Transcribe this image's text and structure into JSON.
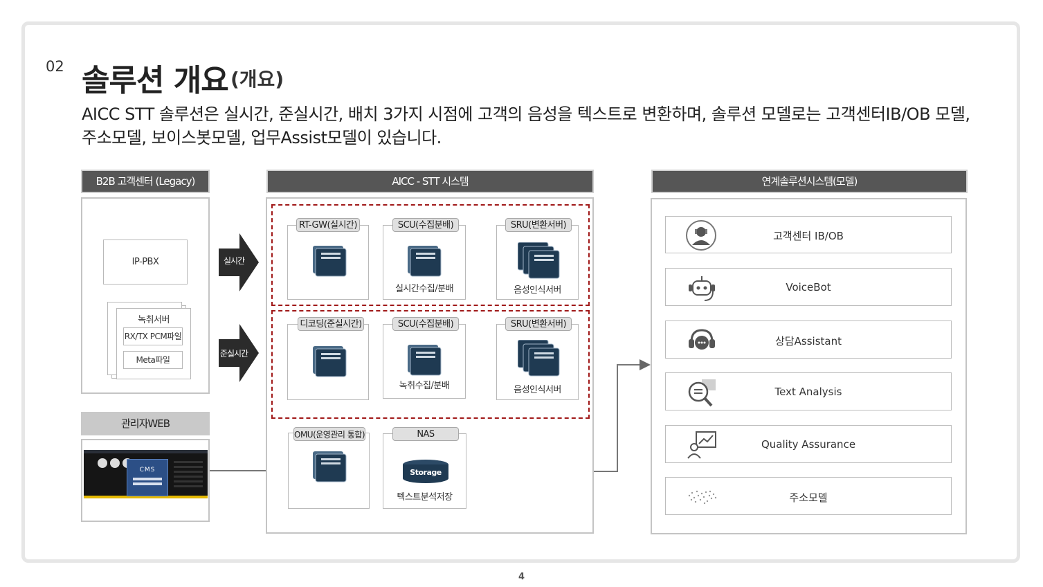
{
  "section_number": "02",
  "title": "솔루션 개요",
  "title_sub": "(개요)",
  "description_line1": "AICC STT 솔루션은 실시간, 준실시간, 배치 3가지 시점에 고객의 음성을 텍스트로 변환하며, 솔루션 모델로는 고객센터IB/OB 모델,",
  "description_line2": "주소모델, 보이스봇모델, 업무Assist모델이 있습니다.",
  "left_panel": {
    "header": "B2B 고객센터 (Legacy)",
    "ip_pbx": "IP-PBX",
    "recording_server": "녹취서버",
    "rx_tx_file": "RX/TX PCM파일",
    "meta_file": "Meta파일",
    "admin_header": "관리자WEB",
    "cms_logo": "CMS"
  },
  "arrows": {
    "realtime": "실시간",
    "near_realtime": "준실시간"
  },
  "center_panel": {
    "header": "AICC - STT 시스템",
    "row1": {
      "rtgw_tag": "RT-GW(실시간)",
      "scu_tag": "SCU(수집분배)",
      "scu_caption": "실시간수집/분배",
      "sru_tag": "SRU(변환서버)",
      "sru_caption": "음성인식서버"
    },
    "row2": {
      "decoding_tag": "디코딩(준실시간)",
      "scu_tag": "SCU(수집분배)",
      "scu_caption": "녹취수집/분배",
      "sru_tag": "SRU(변환서버)",
      "sru_caption": "음성인식서버"
    },
    "row3": {
      "omu_tag": "OMU(운영관리 통합)",
      "nas_tag": "NAS",
      "storage_label": "Storage",
      "nas_caption": "텍스트분석저장"
    }
  },
  "right_panel": {
    "header": "연계솔루션시스템(모델)",
    "solutions": [
      {
        "label": "고객센터 IB/OB",
        "icon": "agent-icon"
      },
      {
        "label": "VoiceBot",
        "icon": "robot-icon"
      },
      {
        "label": "상담Assistant",
        "icon": "headset-icon"
      },
      {
        "label": "Text Analysis",
        "icon": "magnify-chat-icon"
      },
      {
        "label": "Quality Assurance",
        "icon": "chart-person-icon"
      },
      {
        "label": "주소모델",
        "icon": "dot-map-icon"
      }
    ]
  },
  "colors": {
    "header_dark": "#565656",
    "server_dark": "#1f3a52",
    "red_dash": "#a01818",
    "arrow_dark": "#2b2b2b"
  },
  "page_number": "4"
}
